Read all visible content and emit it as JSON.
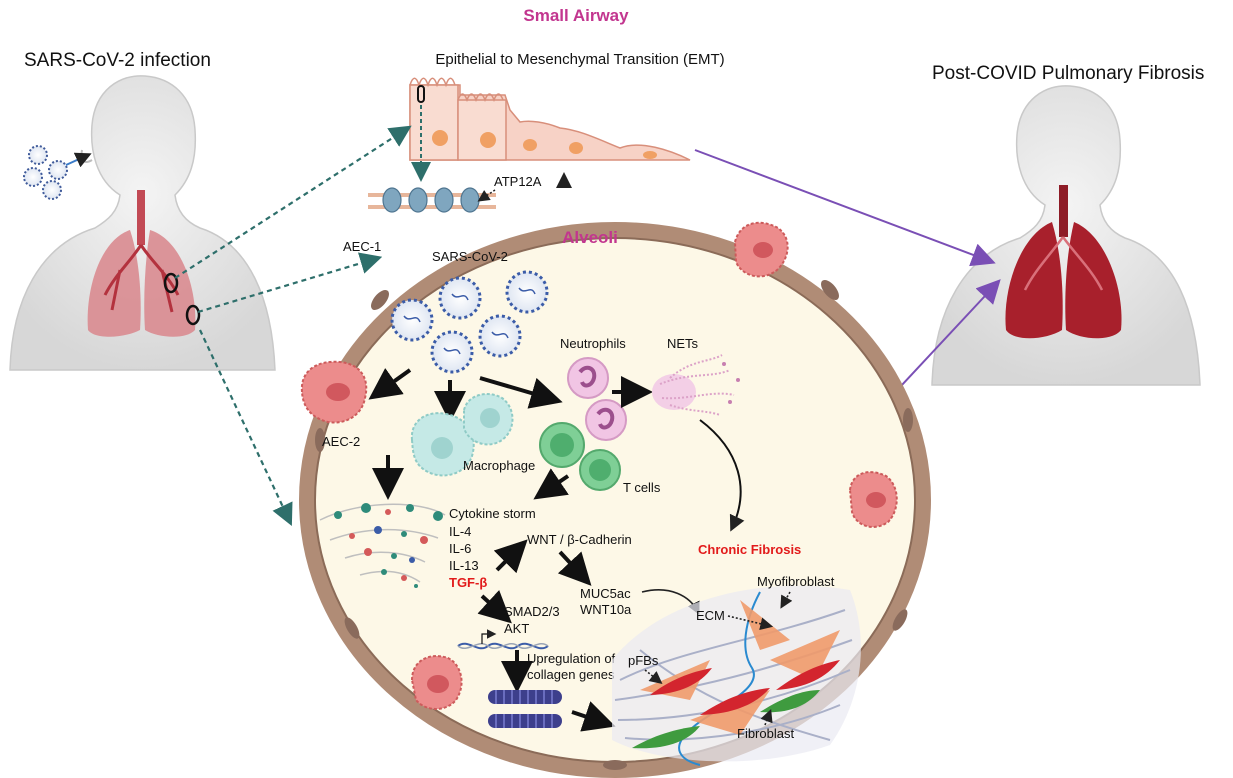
{
  "headings": {
    "left_title": "SARS-CoV-2 infection",
    "right_title": "Post-COVID Pulmonary Fibrosis",
    "small_airway": "Small Airway",
    "emt": "Epithelial to Mesenchymal Transition (EMT)",
    "alveoli": "Alveoli"
  },
  "labels": {
    "atp12a": "ATP12A",
    "aec1": "AEC-1",
    "sars": "SARS-CoV-2",
    "neutrophils": "Neutrophils",
    "nets": "NETs",
    "aec2": "AEC-2",
    "macrophage": "Macrophage",
    "tcells": "T cells",
    "cytokine_storm": "Cytokine storm",
    "il4": "IL-4",
    "il6": "IL-6",
    "il13": "IL-13",
    "tgfb": "TGF-β",
    "wnt": "WNT / β-Cadherin",
    "chronic_fibrosis": "Chronic Fibrosis",
    "muc5ac": "MUC5ac",
    "wnt10a": "WNT10a",
    "myofibroblast": "Myofibroblast",
    "ecm": "ECM",
    "smad": "SMAD2/3",
    "akt": "AKT",
    "upregulation_1": "Upregulation of",
    "upregulation_2": "collagen genes",
    "pfbs": "pFBs",
    "fibroblast": "Fibroblast"
  },
  "colors": {
    "pink_heading": "#c2368f",
    "red_text": "#e21b1b",
    "teal_arrow": "#2e6f6b",
    "purple_arrow": "#7a4fb5",
    "alveolus_wall": "#b08c76",
    "alveolus_fill": "#fdf8e7",
    "lung": "#c96a72",
    "fibrotic_lung": "#a8202c"
  }
}
